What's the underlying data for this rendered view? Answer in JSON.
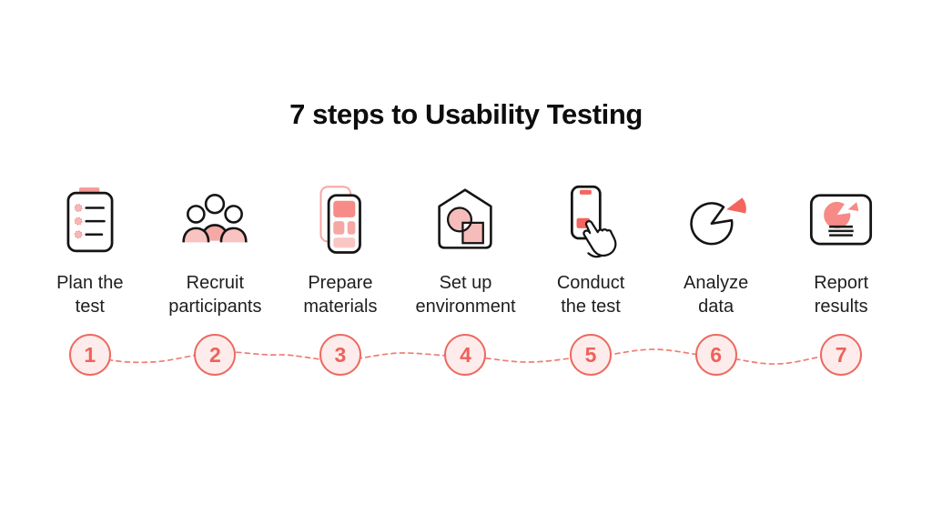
{
  "title": "7 steps to Usability Testing",
  "colors": {
    "accent_red": "#f4655e",
    "salmon_stroke": "#ec6a60",
    "badge_fill": "#fdeceb",
    "pink_light": "#f9c6c4",
    "pink_mid": "#f6a7a4",
    "pink_strong": "#f68b88",
    "ink": "#141414",
    "wave_dash": "#ef7d74"
  },
  "steps": [
    {
      "number": "1",
      "label": "Plan the test",
      "lines": [
        "Plan the",
        "test"
      ],
      "icon": "clipboard-checklist-icon"
    },
    {
      "number": "2",
      "label": "Recruit participants",
      "lines": [
        "Recruit",
        "participants"
      ],
      "icon": "people-group-icon"
    },
    {
      "number": "3",
      "label": "Prepare materials",
      "lines": [
        "Prepare",
        "materials"
      ],
      "icon": "wireframe-screens-icon"
    },
    {
      "number": "4",
      "label": "Set up environment",
      "lines": [
        "Set up",
        "environment"
      ],
      "icon": "house-shapes-icon"
    },
    {
      "number": "5",
      "label": "Conduct the test",
      "lines": [
        "Conduct",
        "the test"
      ],
      "icon": "phone-tap-hand-icon"
    },
    {
      "number": "6",
      "label": "Analyze data",
      "lines": [
        "Analyze",
        "data"
      ],
      "icon": "pie-chart-exploded-icon"
    },
    {
      "number": "7",
      "label": "Report results",
      "lines": [
        "Report",
        "results"
      ],
      "icon": "report-card-chart-icon"
    }
  ]
}
